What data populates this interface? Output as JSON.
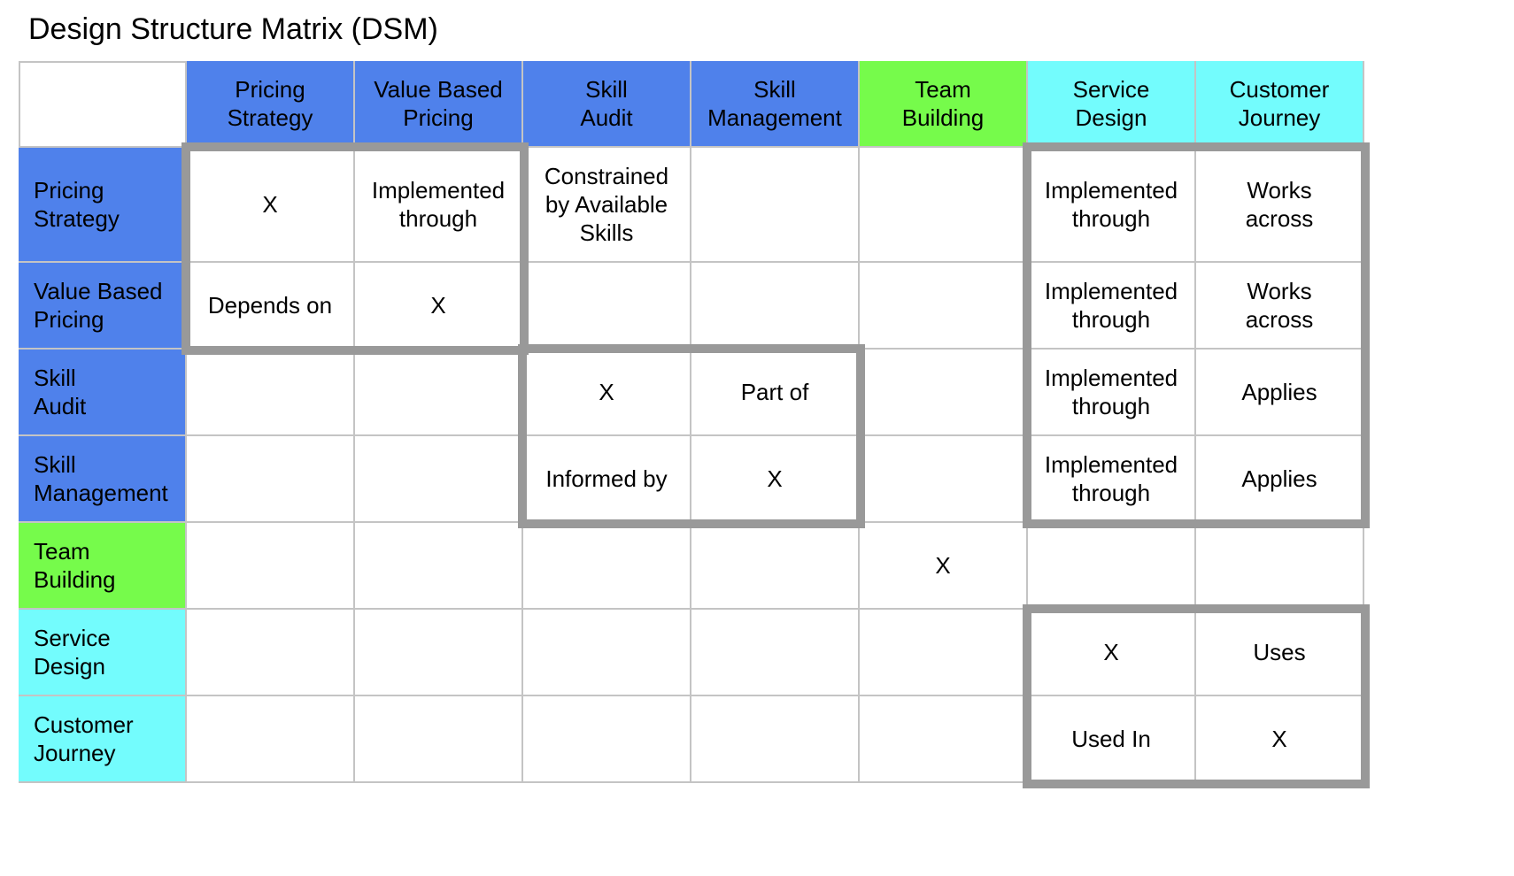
{
  "title": "Design Structure Matrix (DSM)",
  "colors": {
    "group_blue": "#4f81eb",
    "group_green": "#76fb4b",
    "group_cyan": "#73fcfd",
    "grid": "#c4c4c4",
    "block_border": "#999999"
  },
  "elements": [
    {
      "label": "Pricing\nStrategy",
      "row_label": "Pricing\nStrategy",
      "group": "group_blue"
    },
    {
      "label": "Value Based\nPricing",
      "row_label": "Value Based\nPricing",
      "group": "group_blue"
    },
    {
      "label": "Skill\nAudit",
      "row_label": "Skill\nAudit",
      "group": "group_blue"
    },
    {
      "label": "Skill\nManagement",
      "row_label": "Skill\nManagement",
      "group": "group_blue"
    },
    {
      "label": "Team\nBuilding",
      "row_label": "Team\nBuilding",
      "group": "group_green"
    },
    {
      "label": "Service\nDesign",
      "row_label": "Service\nDesign",
      "group": "group_cyan"
    },
    {
      "label": "Customer\nJourney",
      "row_label": "Customer\nJourney",
      "group": "group_cyan"
    }
  ],
  "matrix": [
    [
      "X",
      "Implemented\nthrough",
      "Constrained\nby Available\nSkills",
      "",
      "",
      "Implemented\nthrough",
      "Works\nacross"
    ],
    [
      "Depends on",
      "X",
      "",
      "",
      "",
      "Implemented\nthrough",
      "Works\nacross"
    ],
    [
      "",
      "",
      "X",
      "Part of",
      "",
      "Implemented\nthrough",
      "Applies"
    ],
    [
      "",
      "",
      "Informed by",
      "X",
      "",
      "Implemented\nthrough",
      "Applies"
    ],
    [
      "",
      "",
      "",
      "",
      "X",
      "",
      ""
    ],
    [
      "",
      "",
      "",
      "",
      "",
      "X",
      "Uses"
    ],
    [
      "",
      "",
      "",
      "",
      "",
      "Used In",
      "X"
    ]
  ],
  "blocks": [
    {
      "rows": [
        0,
        1
      ],
      "cols": [
        0,
        1
      ]
    },
    {
      "rows": [
        0,
        3
      ],
      "cols": [
        5,
        6
      ]
    },
    {
      "rows": [
        2,
        3
      ],
      "cols": [
        2,
        3
      ]
    },
    {
      "rows": [
        5,
        6
      ],
      "cols": [
        5,
        6
      ]
    }
  ]
}
